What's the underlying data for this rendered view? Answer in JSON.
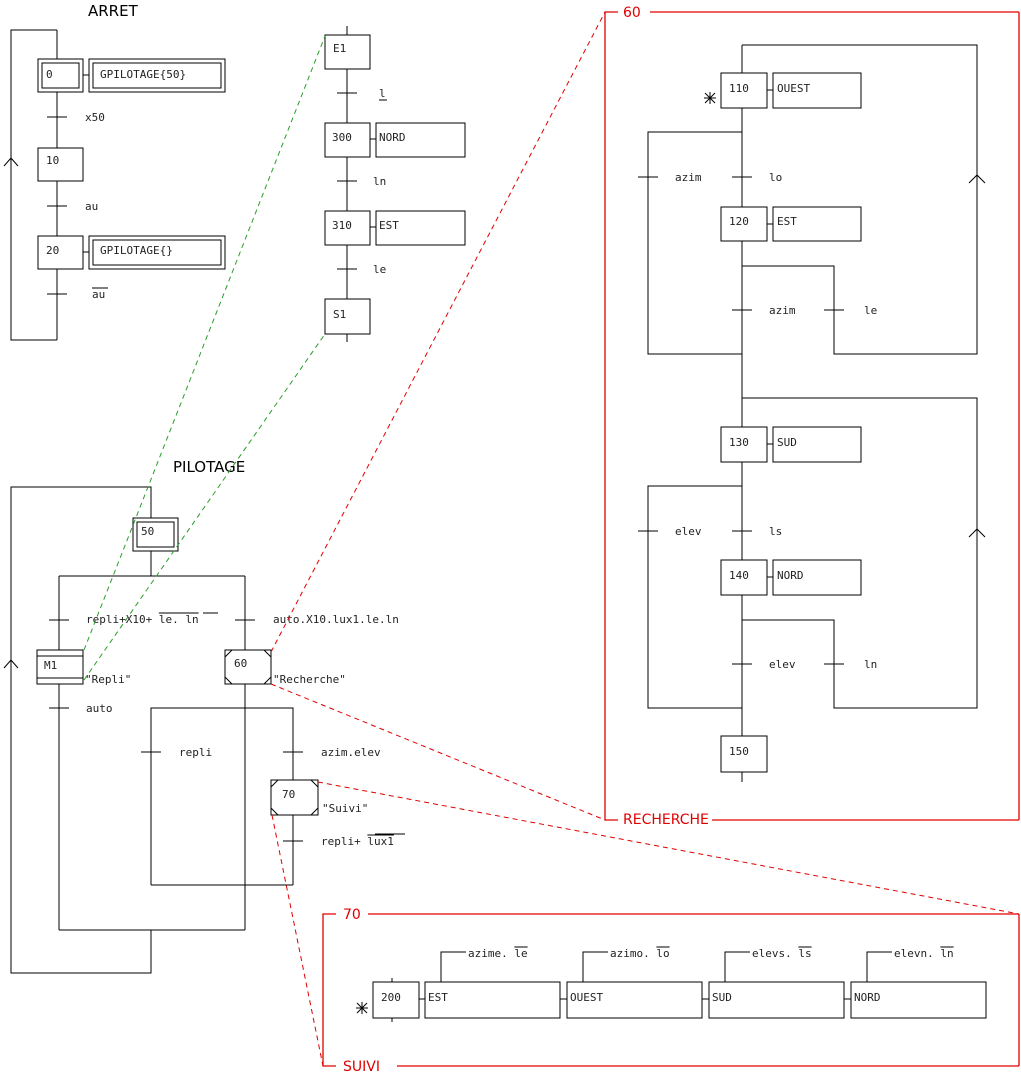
{
  "titles": {
    "arret": "ARRET",
    "pilotage": "PILOTAGE",
    "recherche_num": "60",
    "recherche": "RECHERCHE",
    "suivi_num": "70",
    "suivi": "SUIVI"
  },
  "arret": {
    "step0": "0",
    "action0": "GPILOTAGE{50}",
    "t_x50": "x50",
    "step10": "10",
    "t_au": "au",
    "step20": "20",
    "action20": "GPILOTAGE{}",
    "t_not_au": "au"
  },
  "macro": {
    "e1": "E1",
    "t_l": "l",
    "step300": "300",
    "action300": "NORD",
    "t_ln": "ln",
    "step310": "310",
    "action310": "EST",
    "t_le": "le",
    "s1": "S1"
  },
  "pilotage": {
    "step50": "50",
    "t_repli_a": "repli+X10+ ",
    "t_repli_le": "le",
    "t_repli_dot": ". ",
    "t_repli_ln": "ln",
    "t_auto_cond": "auto.X10.lux1.le.ln",
    "m1": "M1",
    "m1_label": "\"Repli\"",
    "step60": "60",
    "s60_label": "\"Recherche\"",
    "t_auto": "auto",
    "t_repli": "repli",
    "t_azim_elev": "azim.elev",
    "step70": "70",
    "s70_label": "\"Suivi\"",
    "t_repli_lux_a": "repli+ ",
    "t_repli_lux_b": "lux1"
  },
  "recherche": {
    "step110": "110",
    "action110": "OUEST",
    "t_azim1": "azim",
    "t_lo": "lo",
    "step120": "120",
    "action120": "EST",
    "t_azim2": "azim",
    "t_le": "le",
    "step130": "130",
    "action130": "SUD",
    "t_elev1": "elev",
    "t_ls": "ls",
    "step140": "140",
    "action140": "NORD",
    "t_elev2": "elev",
    "t_ln": "ln",
    "step150": "150"
  },
  "suivi": {
    "step200": "200",
    "actions": [
      "EST",
      "OUEST",
      "SUD",
      "NORD"
    ],
    "conds_a": [
      "azime. ",
      "azimo. ",
      "elevs. ",
      "elevn. "
    ],
    "conds_b": [
      "le",
      "lo",
      "ls",
      "ln"
    ]
  }
}
